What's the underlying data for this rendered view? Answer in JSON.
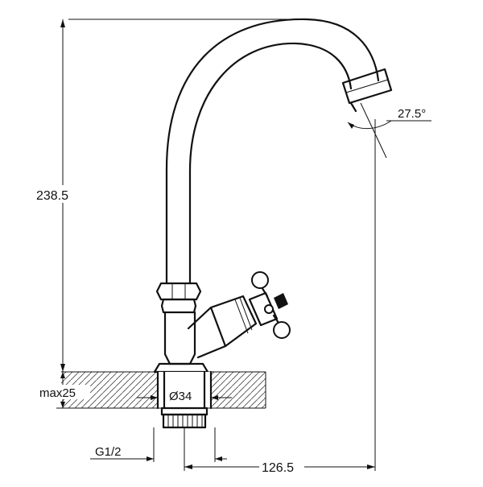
{
  "dimensions": {
    "height_total": "238.5",
    "spout_angle": "27.5°",
    "counter_max": "max25",
    "hole_diameter": "Ø34",
    "thread": "G1/2",
    "spout_reach": "126.5"
  },
  "colors": {
    "line": "#111111",
    "background": "#ffffff",
    "hatch": "#444444"
  }
}
